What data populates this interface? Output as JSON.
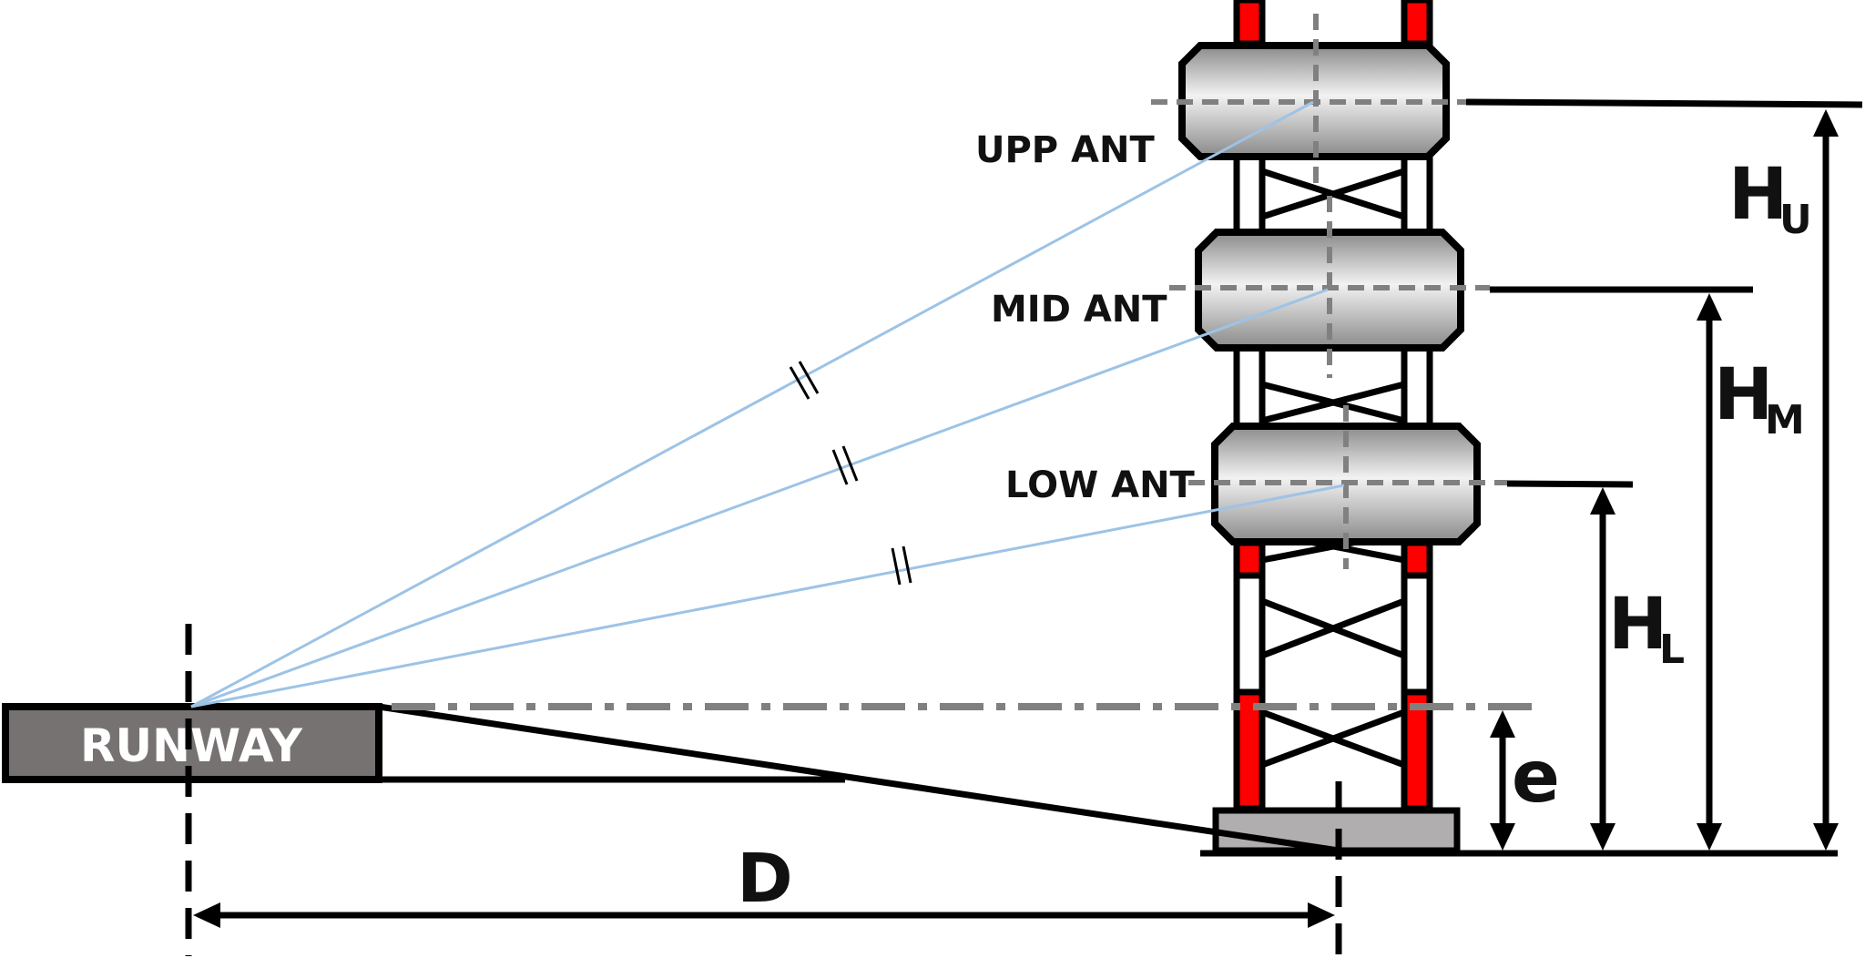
{
  "labels": {
    "runway": "RUNWAY",
    "upper_antenna": "UPP ANT",
    "middle_antenna": "MID ANT",
    "lower_antenna": "LOW ANT",
    "height_upper": "H",
    "height_upper_sub": "U",
    "height_middle": "H",
    "height_middle_sub": "M",
    "height_lower": "H",
    "height_lower_sub": "L",
    "elevation": "e",
    "distance": "D"
  },
  "colors": {
    "line": "#000000",
    "tower_red": "#ff0000",
    "runway_fill": "#767272",
    "base_fill": "#b0aeae",
    "signal_line": "#9dc3e6",
    "guide_dash": "#808080"
  }
}
